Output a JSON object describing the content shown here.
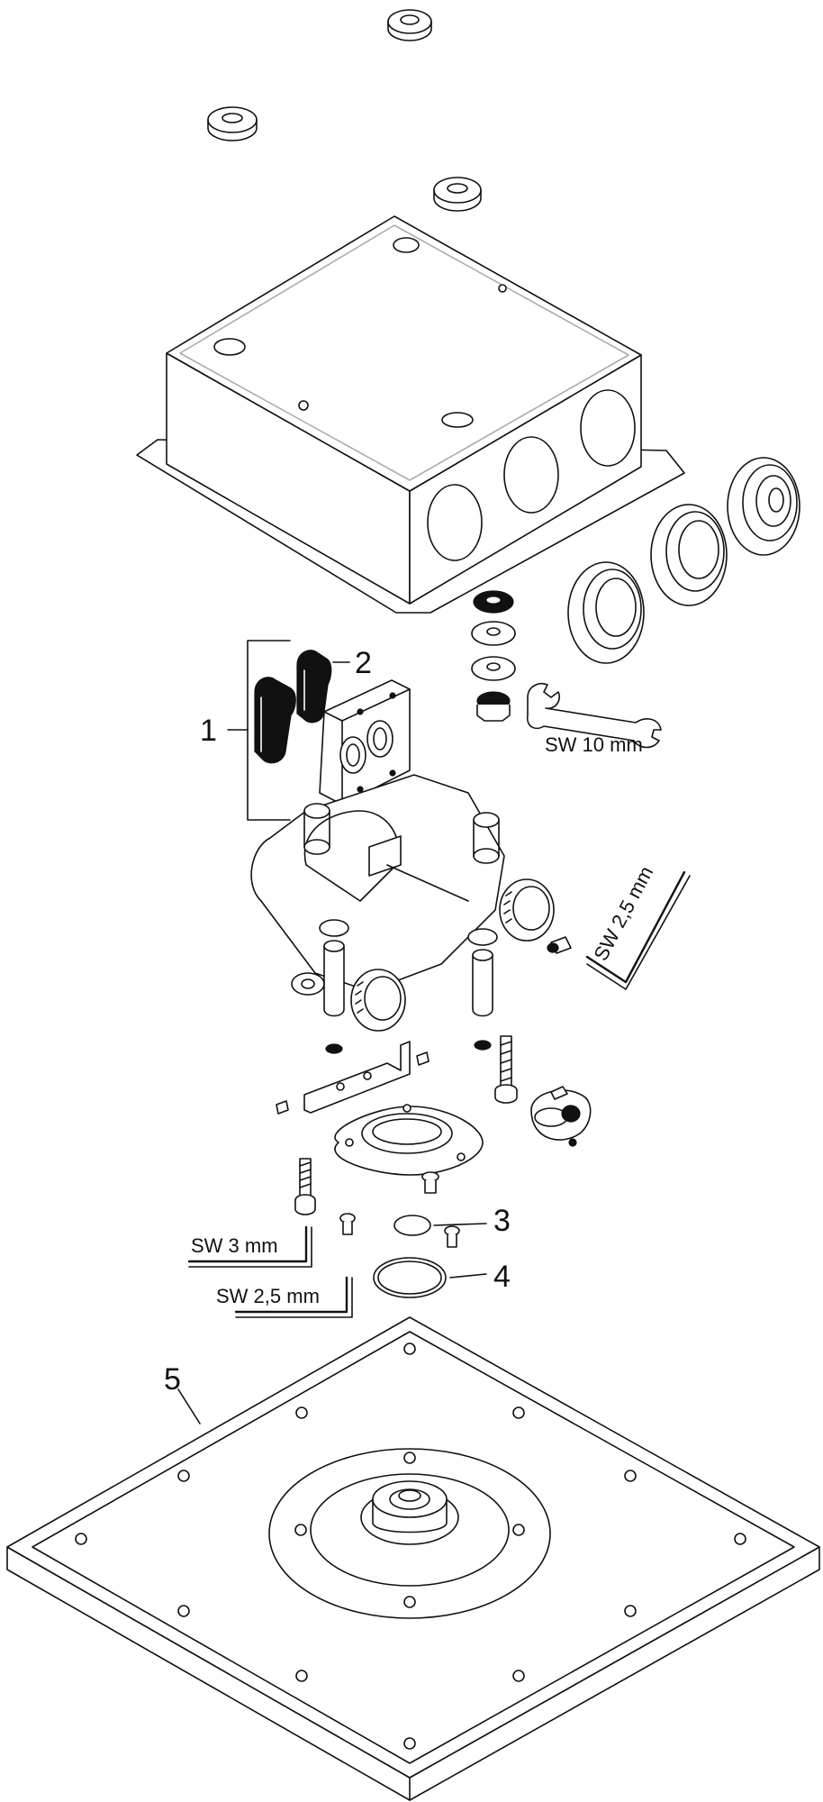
{
  "labels": {
    "part_1": "1",
    "part_2": "2",
    "part_3": "3",
    "part_4": "4",
    "part_5": "5"
  },
  "tools": {
    "wrench": "SW 10 mm",
    "hex_key_upper": "SW 2,5 mm",
    "hex_key_3": "SW 3 mm",
    "hex_key_lower": "SW 2,5 mm"
  },
  "colors": {
    "line": "#111111",
    "background": "#ffffff",
    "metal": "#bbbbbb"
  }
}
